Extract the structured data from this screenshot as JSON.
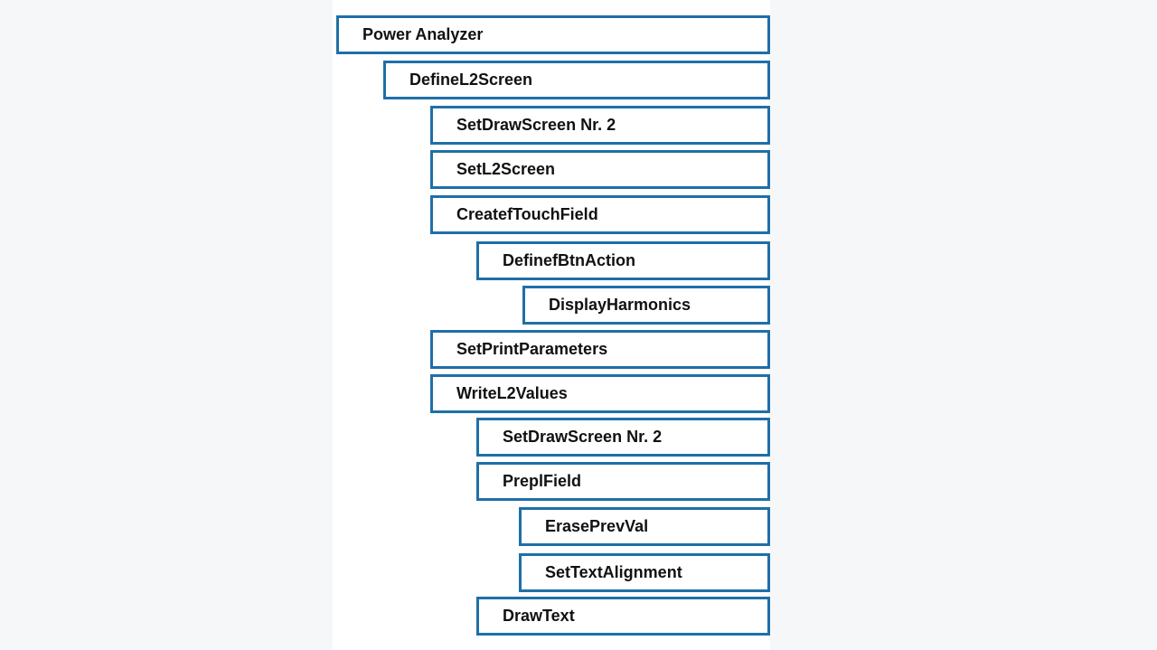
{
  "diagram": {
    "nodes": [
      {
        "label": "Power Analyzer",
        "level": 0
      },
      {
        "label": "DefineL2Screen",
        "level": 1
      },
      {
        "label": "SetDrawScreen Nr. 2",
        "level": 2
      },
      {
        "label": "SetL2Screen",
        "level": 2
      },
      {
        "label": "CreatefTouchField",
        "level": 2
      },
      {
        "label": "DefinefBtnAction",
        "level": 3
      },
      {
        "label": "DisplayHarmonics",
        "level": 4
      },
      {
        "label": "SetPrintParameters",
        "level": 2
      },
      {
        "label": "WriteL2Values",
        "level": 2
      },
      {
        "label": "SetDrawScreen Nr. 2",
        "level": 3
      },
      {
        "label": "PreplField",
        "level": 3
      },
      {
        "label": "ErasePrevVal",
        "level": 4
      },
      {
        "label": "SetTextAlignment",
        "level": 4
      },
      {
        "label": "DrawText",
        "level": 3
      }
    ],
    "border_color": "#1f6fa8"
  }
}
